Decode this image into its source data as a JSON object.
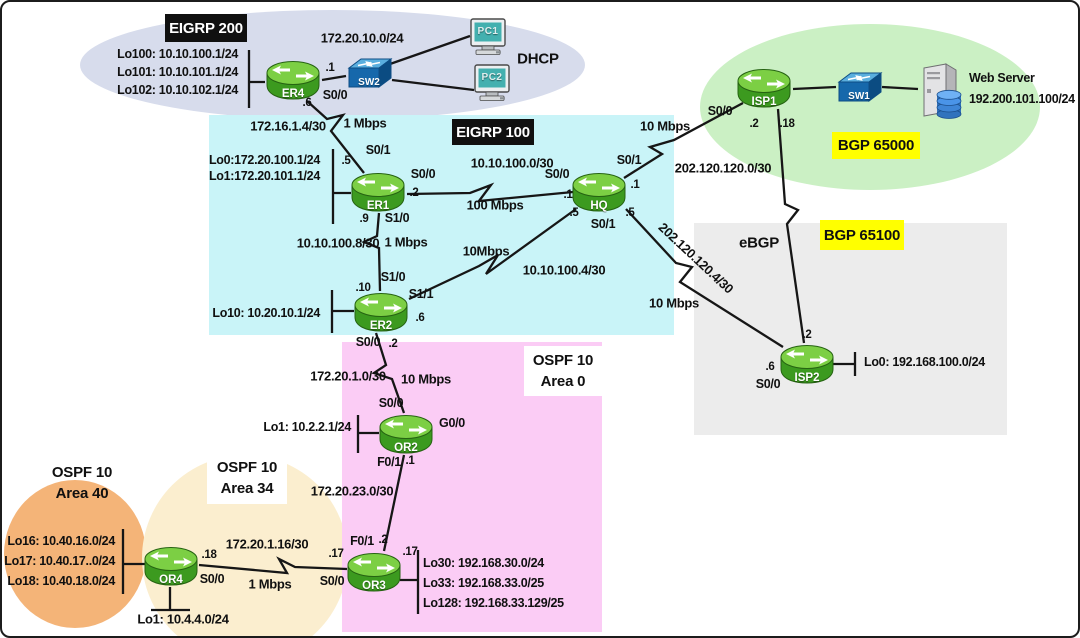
{
  "regions": {
    "eigrp200": {
      "title": "EIGRP 200"
    },
    "eigrp100": {
      "title": "EIGRP 100"
    },
    "bgp65000": {
      "title": "BGP 65000"
    },
    "bgp65100": {
      "title": "BGP 65100"
    },
    "ospf_area0": {
      "line1": "OSPF 10",
      "line2": "Area 0"
    },
    "ospf_area34": {
      "line1": "OSPF 10",
      "line2": "Area 34"
    },
    "ospf_area40": {
      "line1": "OSPF 10",
      "line2": "Area 40"
    }
  },
  "nodes": {
    "er4": {
      "name": "ER4"
    },
    "sw2": {
      "name": "SW2"
    },
    "pc1": {
      "name": "PC1"
    },
    "pc2": {
      "name": "PC2"
    },
    "er1": {
      "name": "ER1"
    },
    "hq": {
      "name": "HQ"
    },
    "er2": {
      "name": "ER2"
    },
    "isp1": {
      "name": "ISP1"
    },
    "sw1": {
      "name": "SW1"
    },
    "web_server": {
      "name": "Web Server",
      "ip": "192.200.101.100/24"
    },
    "isp2": {
      "name": "ISP2"
    },
    "or2": {
      "name": "OR2"
    },
    "or3": {
      "name": "OR3"
    },
    "or4": {
      "name": "OR4"
    }
  },
  "loopbacks": {
    "er4": [
      "Lo100: 10.10.100.1/24",
      "Lo101: 10.10.101.1/24",
      "Lo102: 10.10.102.1/24"
    ],
    "er1": [
      "Lo0:172.20.100.1/24",
      "Lo1:172.20.101.1/24"
    ],
    "er2": [
      "Lo10: 10.20.10.1/24"
    ],
    "isp2": [
      "Lo0: 192.168.100.0/24"
    ],
    "or2": [
      "Lo1: 10.2.2.1/24"
    ],
    "or3": [
      "Lo30: 192.168.30.0/24",
      "Lo33: 192.168.33.0/25",
      "Lo128: 192.168.33.129/25"
    ],
    "or4": [
      "Lo16: 10.40.16.0/24",
      "Lo17: 10.40.17..0/24",
      "Lo18: 10.40.18.0/24"
    ],
    "or4_lo1": "Lo1: 10.4.4.0/24"
  },
  "links": {
    "lan_sw2": {
      "network": "172.20.10.0/24",
      "er4_port": ".1",
      "dhcp": "DHCP"
    },
    "er4_er1": {
      "network": "172.16.1.4/30",
      "speed": "1 Mbps",
      "er4_if": "S0/0",
      "er4_addr": ".6",
      "er1_if": "S0/1",
      "er1_addr": ".5"
    },
    "er1_hq": {
      "network": "10.10.100.0/30",
      "speed": "100 Mbps",
      "er1_if": "S0/0",
      "er1_addr": ".2",
      "hq_if": "S0/0",
      "hq_addr": ".1"
    },
    "er1_er2": {
      "network": "10.10.100.8/30",
      "speed": "1 Mbps",
      "er1_if": "S1/0",
      "er1_addr": ".9",
      "er2_if": "S1/0",
      "er2_addr": ".10"
    },
    "er2_hq": {
      "network": "10.10.100.4/30",
      "speed": "10Mbps",
      "er2_if": "S1/1",
      "er2_addr": ".6",
      "hq_if": "S0/1",
      "hq_addr": ".5"
    },
    "hq_isp1": {
      "network": "202.120.120.0/30",
      "speed": "10 Mbps",
      "hq_if": "S0/1",
      "hq_addr": ".1",
      "isp1_if": "S0/0",
      "isp1_addr": ".2"
    },
    "hq_isp2": {
      "network": "202.120.120.4/30",
      "speed": "10 Mbps",
      "hq_addr": ".5",
      "isp2_if": "S0/0",
      "isp2_addr": ".6"
    },
    "isp1_isp2": {
      "label": "eBGP",
      "isp1_addr": ".18",
      "isp2_addr": ".2"
    },
    "er2_or2": {
      "network": "172.20.1.0/30",
      "speed": "10 Mbps",
      "er2_if": "S0/0",
      "er2_addr": ".2",
      "or2_if": "S0/0"
    },
    "or2_or3": {
      "network": "172.20.23.0/30",
      "or2_if": "F0/1",
      "or2_addr": ".1",
      "or3_if": "F0/1",
      "or3_addr": ".2"
    },
    "or3_or4": {
      "network": "172.20.1.16/30",
      "speed": "1 Mbps",
      "or3_if": "S0/0",
      "or3_addr": ".17",
      "or4_if": "S0/0",
      "or4_addr": ".18"
    },
    "or2_g00": "G0/0",
    "or3_right_addr": ".17"
  },
  "colors": {
    "eigrp200_fill": "#d7dcec",
    "eigrp100_fill": "#c9f4f8",
    "bgp65000_fill": "#cbf0c4",
    "bgp65100_fill": "#ececec",
    "ospf_area0_fill": "#fbccf5",
    "ospf_area34_fill": "#fbeecf",
    "ospf_area40_fill": "#f4b478",
    "router_green": "#3c9a1f",
    "switch_blue": "#1668ab",
    "line": "#161616",
    "tag_yellow": "#ffff00",
    "tag_black": "#101010"
  }
}
